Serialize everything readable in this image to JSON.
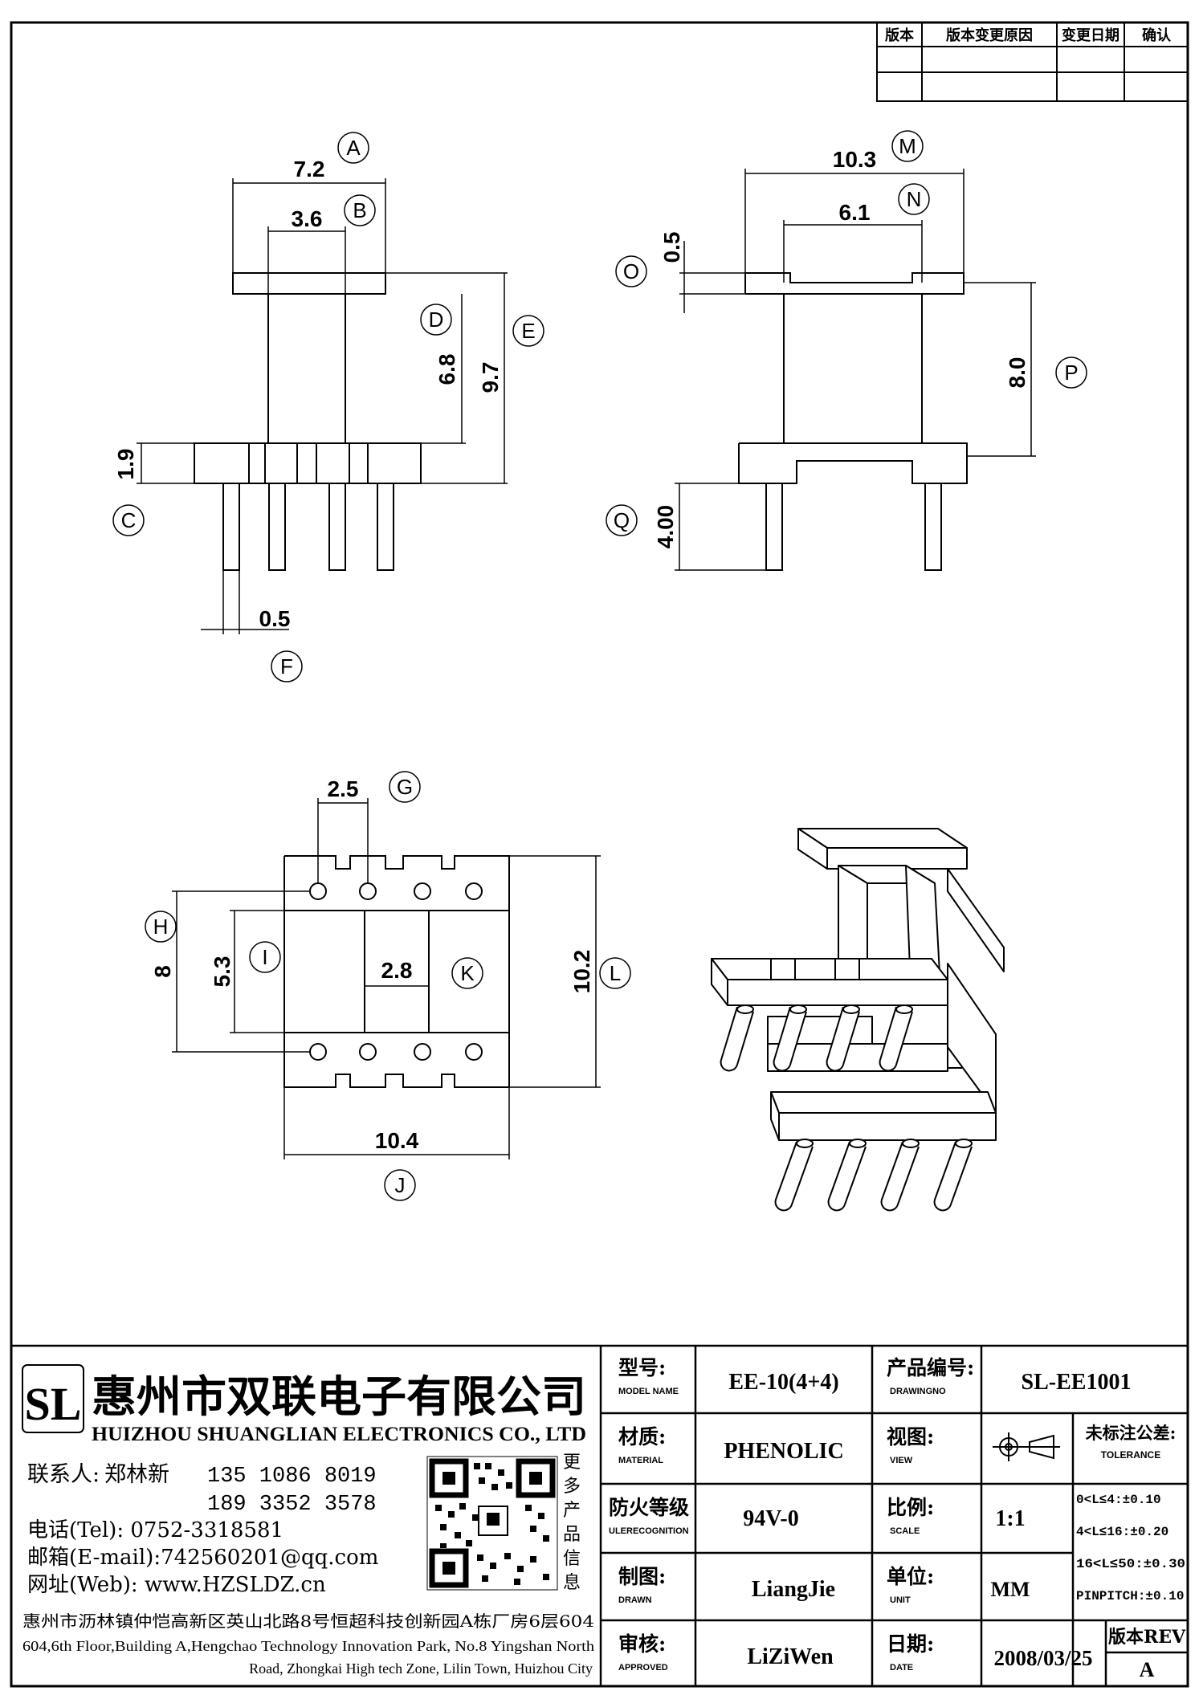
{
  "revision_table": {
    "headers": [
      "版本",
      "版本变更原因",
      "变更日期",
      "确认"
    ]
  },
  "dimensions": {
    "a": "7.2",
    "b": "3.6",
    "d": "6.8",
    "e": "9.7",
    "c": "1.9",
    "f": "0.5",
    "m": "10.3",
    "n": "6.1",
    "o": "0.5",
    "p": "8.0",
    "q": "4.00",
    "g": "2.5",
    "h": "8",
    "i": "5.3",
    "k": "2.8",
    "l": "10.2",
    "j": "10.4"
  },
  "callouts": {
    "a": "A",
    "b": "B",
    "c": "C",
    "d": "D",
    "e": "E",
    "f": "F",
    "g": "G",
    "h": "H",
    "i": "I",
    "j": "J",
    "k": "K",
    "l": "L",
    "m": "M",
    "n": "N",
    "o": "O",
    "p": "P",
    "q": "Q"
  },
  "company": {
    "name_cn": "惠州市双联电子有限公司",
    "name_en": "HUIZHOU SHUANGLIAN ELECTRONICS CO., LTD",
    "logo_text": "SL",
    "contact_label": "联系人:",
    "contact_name": "郑林新",
    "phone1": "135 1086 8019",
    "phone2": "189 3352 3578",
    "tel": "电话(Tel): 0752-3318581",
    "email": "邮箱(E-mail):742560201@qq.com",
    "web": "网址(Web): www.HZSLDZ.cn",
    "qr_caption": [
      "更",
      "多",
      "产",
      "品",
      "信",
      "息"
    ],
    "address_cn": "惠州市沥林镇仲恺高新区英山北路8号恒超科技创新园A栋厂房6层604",
    "address_en_1": "604,6th Floor,Building A,Hengchao Technology Innovation Park, No.8 Yingshan North",
    "address_en_2": "Road, Zhongkai High tech Zone, Lilin Town, Huizhou City"
  },
  "title_block": {
    "model_label": "型号:",
    "model_label_en": "MODEL NAME",
    "model_value": "EE-10(4+4)",
    "drawing_label": "产品编号:",
    "drawing_label_en": "DRAWINGNO",
    "drawing_value": "SL-EE1001",
    "material_label": "材质:",
    "material_label_en": "MATERIAL",
    "material_value": "PHENOLIC",
    "view_label": "视图:",
    "view_label_en": "VIEW",
    "tolerance_label": "未标注公差:",
    "tolerance_label_en": "TOLERANCE",
    "tolerances": [
      "0<L≤4:±0.10",
      "4<L≤16:±0.20",
      "16<L≤50:±0.30",
      "PINPITCH:±0.10"
    ],
    "flame_label": "防火等级",
    "flame_label_en": "ULERECOGNITION",
    "flame_value": "94V-0",
    "scale_label": "比例:",
    "scale_label_en": "SCALE",
    "scale_value": "1:1",
    "drawn_label": "制图:",
    "drawn_label_en": "DRAWN",
    "drawn_value": "LiangJie",
    "unit_label": "单位:",
    "unit_label_en": "UNIT",
    "unit_value": "MM",
    "approved_label": "审核:",
    "approved_label_en": "APPROVED",
    "approved_value": "LiZiWen",
    "date_label": "日期:",
    "date_label_en": "DATE",
    "date_value": "2008/03/25",
    "rev_label": "版本REV",
    "rev_value": "A"
  }
}
